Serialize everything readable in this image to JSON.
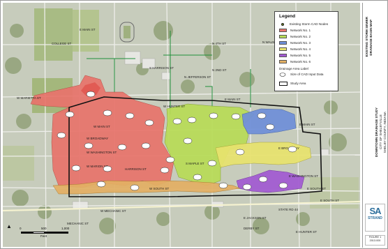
{
  "legend": {
    "title": "Legend",
    "items": [
      {
        "type": "dot",
        "label": "Existing Storm CAD Nodes",
        "color": "#6e8a1e"
      },
      {
        "type": "swatch",
        "label": "Network No. 1",
        "color": "#e8746c"
      },
      {
        "type": "swatch",
        "label": "Network No. 2",
        "color": "#b8dc57"
      },
      {
        "type": "swatch",
        "label": "Network No. 3",
        "color": "#6f8fd9"
      },
      {
        "type": "swatch",
        "label": "Network No. 4",
        "color": "#e8e36e"
      },
      {
        "type": "swatch",
        "label": "Network No. 5",
        "color": "#a25ad2"
      },
      {
        "type": "swatch",
        "label": "Network No. 6",
        "color": "#e3b064"
      },
      {
        "type": "text",
        "label": "Drainage Area Label"
      },
      {
        "type": "sub",
        "label": "Size of CAD Input Data"
      },
      {
        "type": "outline",
        "label": "Study Area"
      }
    ]
  },
  "map_labels": {
    "roads": [
      "W MARIETTA ST",
      "W MAIN ST",
      "S HARRISON ST",
      "N JEFFERSON ST",
      "N WALNUT ST",
      "E MAIN ST",
      "W BROADWAY",
      "W WASHINGTON ST",
      "E MAIN ST",
      "E BROADWAY",
      "E WASHINGTON ST",
      "W MARION ST",
      "HARRISON ST",
      "W SOUTH ST",
      "S MAPLE ST",
      "E SOUTH ST",
      "W HUNTER ST",
      "N 4TH ST",
      "N 2ND ST",
      "E MAIN ST",
      "W MECHANIC ST",
      "E JACKSON ST",
      "DERBY ST",
      "E HUNTER ST",
      "E SOUTH ST",
      "MECHANIC ST",
      "STATE RD 44",
      "COLLEGE ST"
    ]
  },
  "scale_bar": {
    "ticks": [
      "0",
      "500",
      "1,000"
    ],
    "unit": "Feet"
  },
  "title_block": {
    "line1": "EXISTING STORM SEWER",
    "line2": "DRAINAGE BASIN MAP",
    "line3": "DOWNTOWN DRAINAGE STUDY",
    "line4": "CITY OF SHELBYVILLE",
    "line5": "SHELBY COUNTY, INDIANA",
    "logo_mark": "SA",
    "logo_word": "STRAND",
    "figure": "FIGURE 1",
    "date": "2013.000"
  }
}
